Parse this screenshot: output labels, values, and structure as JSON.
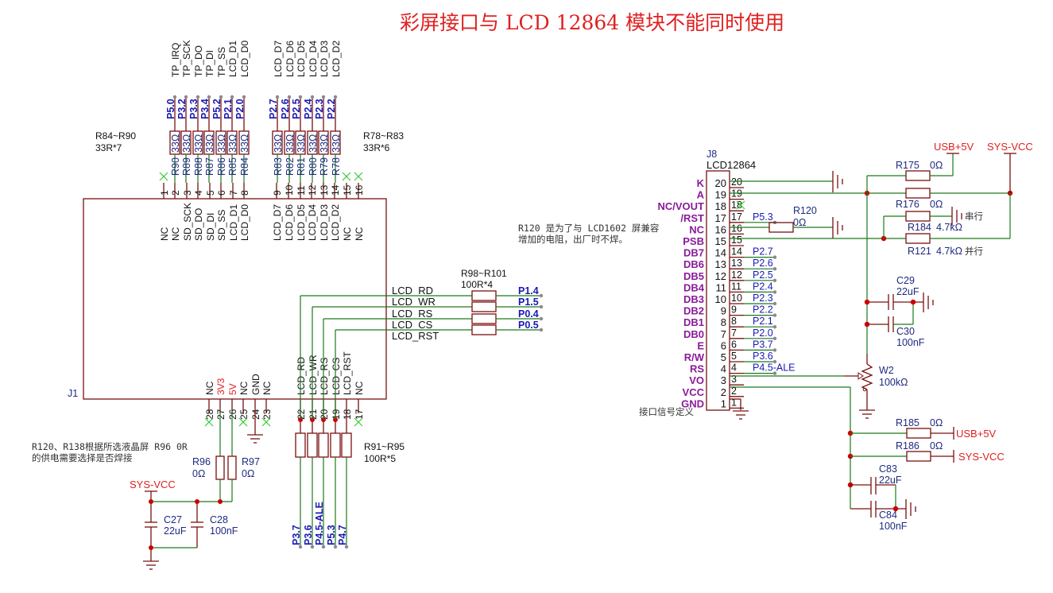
{
  "title": "彩屏接口与 LCD 12864 模块不能同时使用",
  "j1": {
    "ref": "J1",
    "top_pins": [
      {
        "num": "1",
        "name": "NC",
        "signal": "",
        "res_ref": "R90",
        "net": "P5.0",
        "nc": true
      },
      {
        "num": "2",
        "name": "NC",
        "signal": "TP_IRQ",
        "res_ref": "R89",
        "net": "P3.2"
      },
      {
        "num": "3",
        "name": "SD_SCK",
        "signal": "TP_SCK",
        "res_ref": "R88",
        "net": "P3.3"
      },
      {
        "num": "4",
        "name": "SD_DO",
        "signal": "TP_DO",
        "res_ref": "R87",
        "net": "P3.4"
      },
      {
        "num": "5",
        "name": "SD_DI",
        "signal": "TP_DI",
        "res_ref": "R86",
        "net": "P5.2"
      },
      {
        "num": "6",
        "name": "SD_SS",
        "signal": "TP_SS",
        "res_ref": "R85",
        "net": "P2.1"
      },
      {
        "num": "7",
        "name": "LCD_D1",
        "signal": "LCD_D1",
        "res_ref": "R84",
        "net": "P2.0"
      },
      {
        "num": "8",
        "name": "LCD_D0",
        "signal": "LCD_D0",
        "res_ref": "",
        "net": ""
      },
      {
        "num": "9",
        "name": "LCD_D7",
        "signal": "LCD_D7",
        "res_ref": "R83",
        "net": "P2.7"
      },
      {
        "num": "10",
        "name": "LCD_D6",
        "signal": "LCD_D6",
        "res_ref": "R82",
        "net": "P2.6"
      },
      {
        "num": "11",
        "name": "LCD_D5",
        "signal": "LCD_D5",
        "res_ref": "R81",
        "net": "P2.5"
      },
      {
        "num": "12",
        "name": "LCD_D4",
        "signal": "LCD_D4",
        "res_ref": "R80",
        "net": "P2.4"
      },
      {
        "num": "13",
        "name": "LCD_D3",
        "signal": "LCD_D3",
        "res_ref": "R79",
        "net": "P2.3"
      },
      {
        "num": "14",
        "name": "LCD_D2",
        "signal": "LCD_D2",
        "res_ref": "R78",
        "net": "P2.2"
      },
      {
        "num": "15",
        "name": "NC",
        "nc": true
      },
      {
        "num": "16",
        "name": "NC",
        "nc": true
      }
    ],
    "top_signals_left": [
      "TP_IRQ",
      "TP_SCK",
      "TP_DO",
      "TP_DI",
      "TP_SS",
      "LCD_D1",
      "LCD_D0"
    ],
    "top_signals_right": [
      "LCD_D7",
      "LCD_D6",
      "LCD_D5",
      "LCD_D4",
      "LCD_D3",
      "LCD_D2"
    ],
    "top_nets_left": [
      "P5.0",
      "P3.2",
      "P3.3",
      "P3.4",
      "P5.2",
      "P2.1",
      "P2.0"
    ],
    "top_nets_right": [
      "P2.7",
      "P2.6",
      "P2.5",
      "P2.4",
      "P2.3",
      "P2.2"
    ],
    "top_res_left": [
      "R90",
      "R89",
      "R88",
      "R87",
      "R86",
      "R85",
      "R84"
    ],
    "top_res_right": [
      "R83",
      "R82",
      "R81",
      "R80",
      "R79",
      "R78"
    ],
    "top_pin_names": [
      "NC",
      "NC",
      "SD_SCK",
      "SD_DO",
      "SD_DI",
      "SD_SS",
      "LCD_D1",
      "LCD_D0",
      "LCD_D7",
      "LCD_D6",
      "LCD_D5",
      "LCD_D4",
      "LCD_D3",
      "LCD_D2",
      "NC",
      "NC"
    ],
    "top_pin_nums": [
      "1",
      "2",
      "3",
      "4",
      "5",
      "6",
      "7",
      "8",
      "9",
      "10",
      "11",
      "12",
      "13",
      "14",
      "15",
      "16"
    ],
    "res_value": "33Ω",
    "group_left": {
      "name": "R84~R90",
      "value": "33R*7"
    },
    "group_right": {
      "name": "R78~R83",
      "value": "33R*6"
    },
    "bottom_pin_names": [
      "NC",
      "3V3",
      "5V",
      "NC",
      "GND",
      "NC",
      "LCD_RD",
      "LCD_WR",
      "LCD_RS",
      "LCD_CS",
      "LCD_RST",
      "NC"
    ],
    "bottom_pin_nums": [
      "28",
      "27",
      "26",
      "25",
      "24",
      "23",
      "22",
      "21",
      "20",
      "19",
      "18",
      "17"
    ],
    "right_signals": [
      "LCD_RD",
      "LCD_WR",
      "LCD_RS",
      "LCD_CS",
      "LCD_RST"
    ],
    "right_nets": [
      "P1.4",
      "P1.5",
      "P0.4",
      "P0.5"
    ],
    "right_group": {
      "name": "R98~R101",
      "value": "100R*4"
    },
    "bottom_group": {
      "name": "R91~R95",
      "value": "100R*5"
    },
    "bottom_nets": [
      "P3.7",
      "P3.6",
      "P4.5-ALE",
      "P5.3",
      "P4.7"
    ]
  },
  "power_left": {
    "note_line1": "R120、R138根据所选液晶屏 R96 0R",
    "note_line2": "的供电需要选择是否焊接",
    "r96": {
      "ref": "R96",
      "value": "0Ω"
    },
    "r97": {
      "ref": "R97",
      "value": "0Ω"
    },
    "sys_vcc": "SYS-VCC",
    "c27": {
      "ref": "C27",
      "value": "22uF"
    },
    "c28": {
      "ref": "C28",
      "value": "100nF"
    }
  },
  "j8": {
    "ref": "J8",
    "part": "LCD12864",
    "pin_names": [
      "K",
      "A",
      "NC/VOUT",
      "/RST",
      "NC",
      "PSB",
      "DB7",
      "DB6",
      "DB5",
      "DB4",
      "DB3",
      "DB2",
      "DB1",
      "DB0",
      "E",
      "R/W",
      "RS",
      "VO",
      "VCC",
      "GND"
    ],
    "pin_nums": [
      "20",
      "19",
      "18",
      "17",
      "16",
      "15",
      "14",
      "13",
      "12",
      "11",
      "10",
      "9",
      "8",
      "7",
      "6",
      "5",
      "4",
      "3",
      "2",
      "1"
    ],
    "nets": [
      "",
      "",
      "",
      "P5.3",
      "",
      "",
      "P2.7",
      "P2.6",
      "P2.5",
      "P2.4",
      "P2.3",
      "P2.2",
      "P2.1",
      "P2.0",
      "P3.7",
      "P3.6",
      "P4.5-ALE",
      "",
      "",
      ""
    ],
    "footer": "接口信号定义",
    "note_line1": "R120 是为了与 LCD1602 屏兼容",
    "note_line2": "增加的电阻，出厂时不焊。"
  },
  "power_right": {
    "usb5v": "USB+5V",
    "sys_vcc": "SYS-VCC",
    "r175": {
      "ref": "R175",
      "value": "0Ω"
    },
    "r176": {
      "ref": "R176",
      "value": "0Ω"
    },
    "r120": {
      "ref": "R120",
      "value": "0Ω"
    },
    "r184": {
      "ref": "R184",
      "value": "4.7kΩ",
      "mode": "串行"
    },
    "r121": {
      "ref": "R121",
      "value": "4.7kΩ",
      "mode": "并行"
    },
    "c29": {
      "ref": "C29",
      "value": "22uF"
    },
    "c30": {
      "ref": "C30",
      "value": "100nF"
    },
    "w2": {
      "ref": "W2",
      "value": "100kΩ"
    },
    "r185": {
      "ref": "R185",
      "value": "0Ω"
    },
    "r186": {
      "ref": "R186",
      "value": "0Ω"
    },
    "c83": {
      "ref": "C83",
      "value": "22uF"
    },
    "c84": {
      "ref": "C84",
      "value": "100nF"
    }
  }
}
